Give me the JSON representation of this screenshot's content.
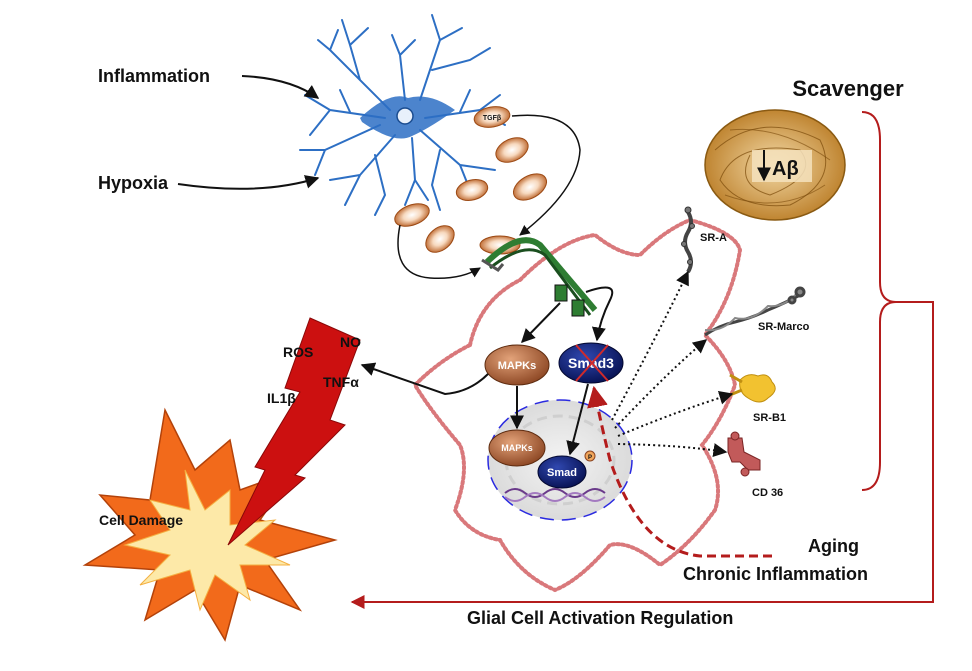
{
  "labels": {
    "inflammation": "Inflammation",
    "hypoxia": "Hypoxia",
    "tgfb": "TGFβ",
    "scavenger": "Scavenger",
    "abeta": "Aβ",
    "sr_a": "SR-A",
    "sr_marco": "SR-Marco",
    "sr_b1": "SR-B1",
    "cd36": "CD 36",
    "ros": "ROS",
    "no": "NO",
    "tnfa": "TNFα",
    "il1b": "IL1β",
    "mapks_1": "MAPKs",
    "mapks_2": "MAPKs",
    "smad3": "Smad3",
    "smad": "Smad",
    "phospho": "P",
    "cell_damage": "Cell Damage",
    "aging": "Aging",
    "chronic_inflammation": "Chronic Inflammation",
    "glial_regulation": "Glial Cell Activation Regulation"
  },
  "colors": {
    "arrow": "#111111",
    "regulation": "#b41c1c",
    "astrocyte": "#2d6fc4",
    "tgf_ring": "#c8692a",
    "receptor": "#2e7d32",
    "mapk": "#a0522d",
    "smad": "#0b1a6e",
    "lightning": "#cc1010",
    "explosion_outer": "#f26a1b",
    "explosion_inner": "#fde9a8",
    "membrane": "#d9787b",
    "plaque": "#d99a2b",
    "sr_b1": "#f2c230",
    "cd36": "#9c3d3d"
  }
}
